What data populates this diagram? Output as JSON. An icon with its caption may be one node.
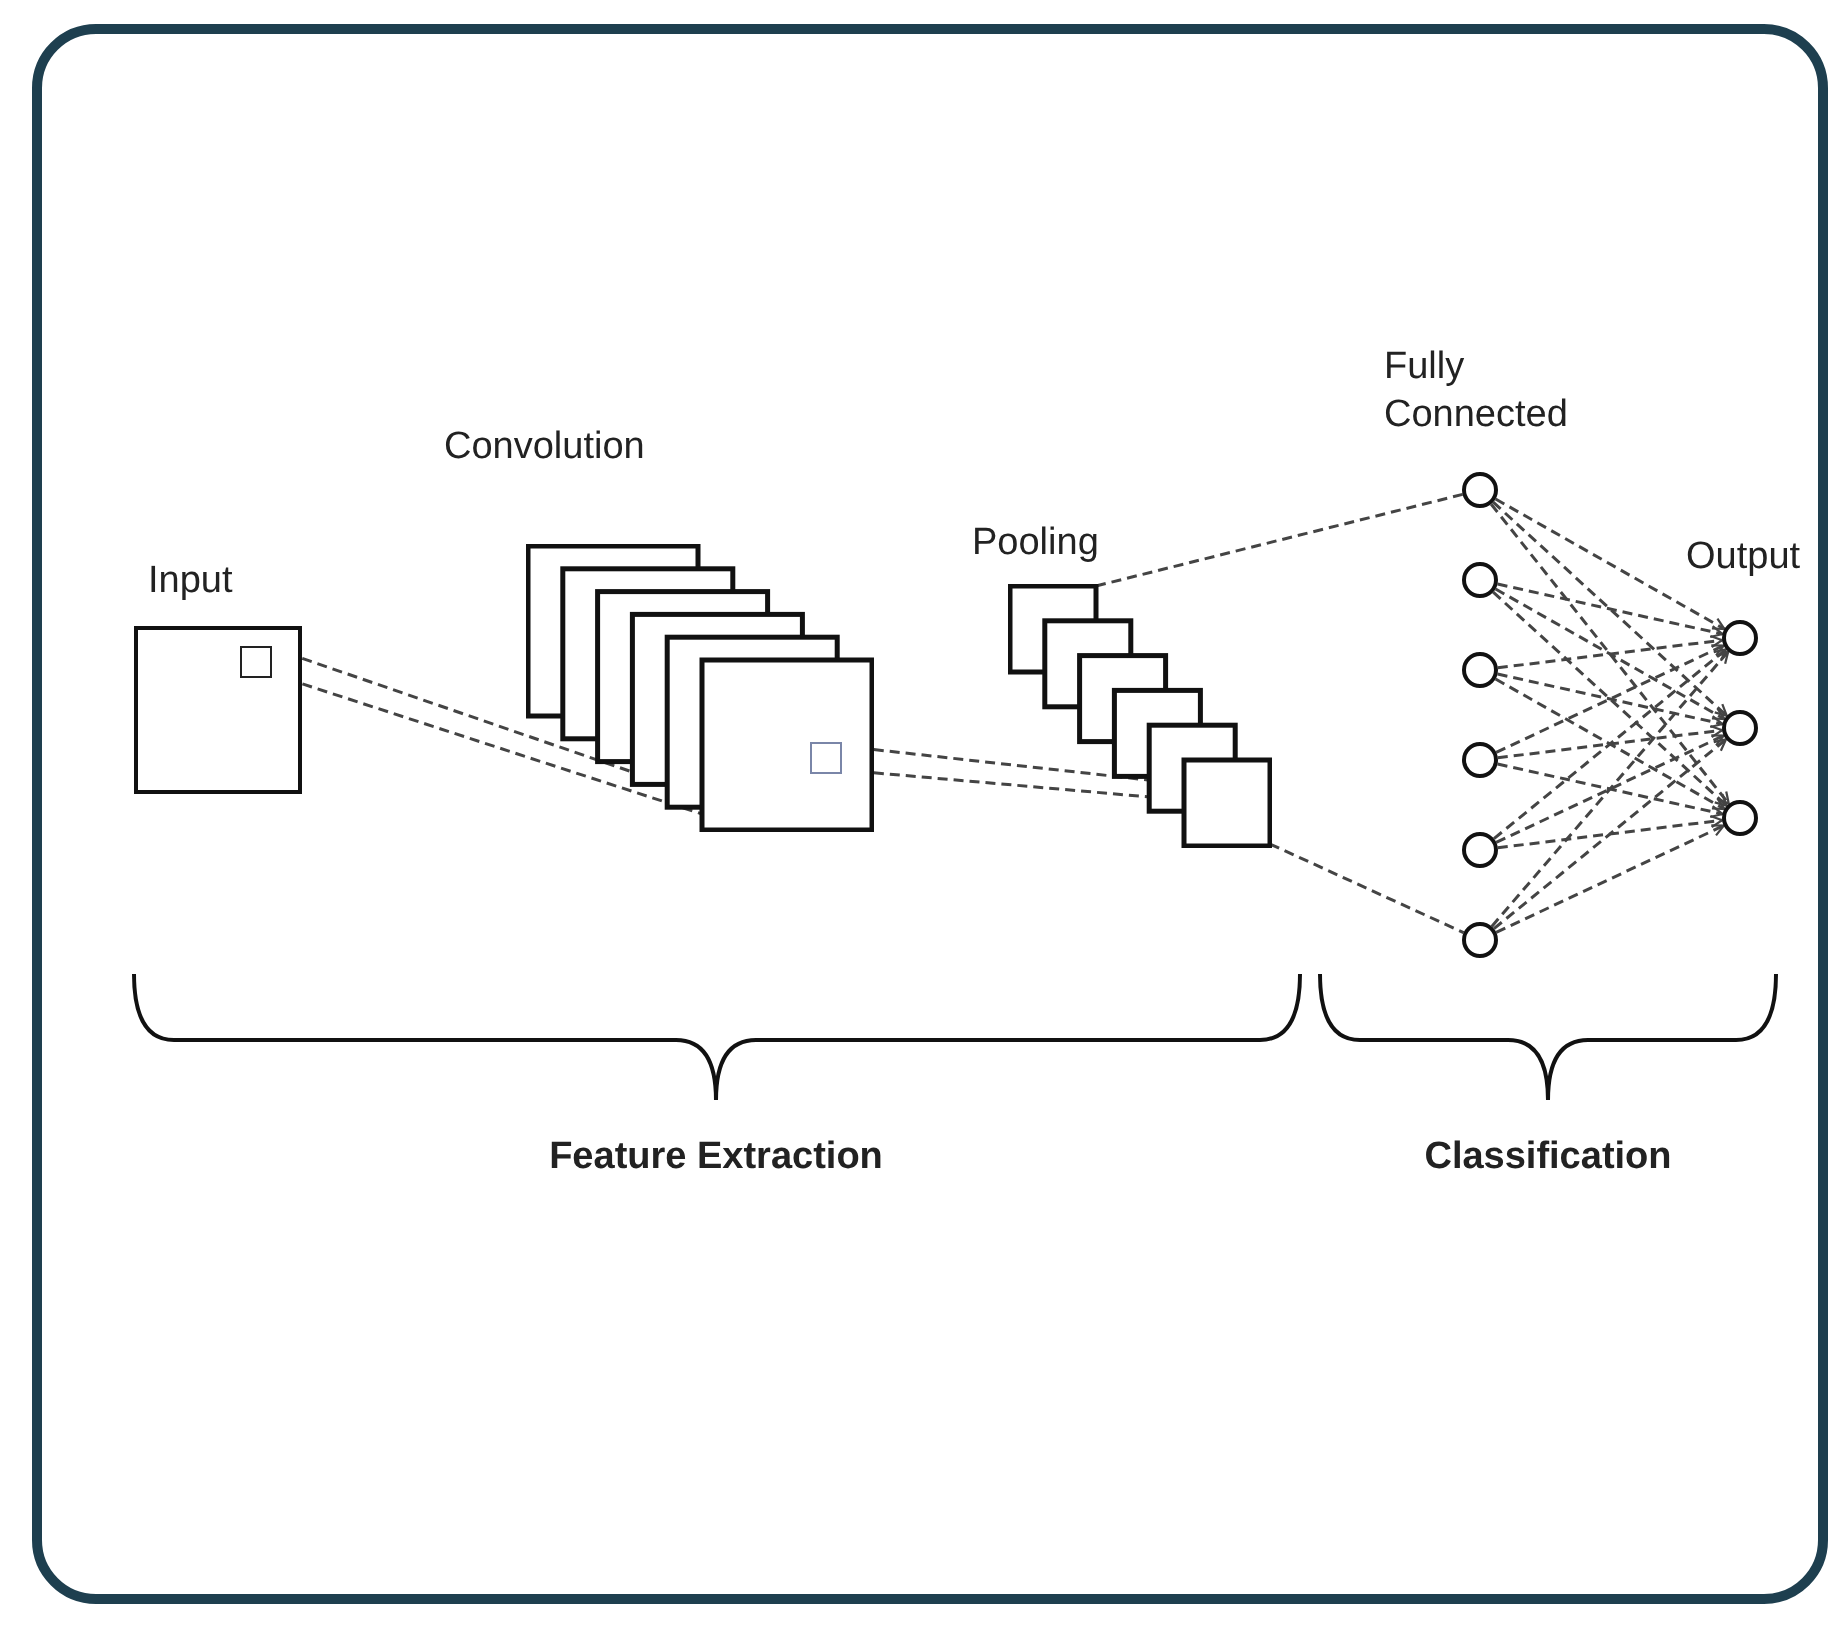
{
  "diagram": {
    "nodes": [
      {
        "text": [
          "Input"
        ]
      },
      {
        "text": [],
        "shape": "box",
        "in": 0
      },
      {
        "text": [
          "Convolution"
        ]
      },
      {
        "text": [],
        "shape": "box",
        "in": 2
      },
      {
        "text": [
          "Pooling"
        ]
      },
      {
        "text": [],
        "shape": "circle"
      },
      {
        "text": [],
        "shape": "circle"
      },
      {
        "text": [],
        "shape": "circle"
      },
      {
        "text": [],
        "shape": "circle"
      },
      {
        "text": [],
        "shape": "circle"
      },
      {
        "text": [],
        "shape": "circle"
      },
      {
        "text": [],
        "shape": "circle"
      },
      {
        "text": [],
        "shape": "circle"
      },
      {
        "text": [],
        "shape": "circle"
      }
    ],
    "edges": [
      {
        "from": 1,
        "to": 2,
        "arrow": "none",
        "style": "dashed"
      },
      {
        "from": 1,
        "to": 2,
        "arrow": "none",
        "style": "dashed"
      },
      {
        "from": 3,
        "to": 4,
        "arrow": "none",
        "style": "dashed"
      },
      {
        "from": 3,
        "to": 4,
        "arrow": "none",
        "style": "dashed"
      },
      {
        "from": 4,
        "to": 5,
        "arrow": "none",
        "style": "dashed"
      },
      {
        "from": 4,
        "to": 10,
        "arrow": "none",
        "style": "dashed"
      },
      {
        "from": 5,
        "to": 11,
        "arrow": "to",
        "style": "dashed"
      },
      {
        "from": 5,
        "to": 12,
        "arrow": "to",
        "style": "dashed"
      },
      {
        "from": 5,
        "to": 13,
        "arrow": "to",
        "style": "dashed"
      },
      {
        "from": 6,
        "to": 11,
        "arrow": "to",
        "style": "dashed"
      },
      {
        "from": 6,
        "to": 12,
        "arrow": "to",
        "style": "dashed"
      },
      {
        "from": 6,
        "to": 13,
        "arrow": "to",
        "style": "dashed"
      },
      {
        "from": 7,
        "to": 11,
        "arrow": "to",
        "style": "dashed"
      },
      {
        "from": 7,
        "to": 12,
        "arrow": "to",
        "style": "dashed"
      },
      {
        "from": 7,
        "to": 13,
        "arrow": "to",
        "style": "dashed"
      },
      {
        "from": 8,
        "to": 11,
        "arrow": "to",
        "style": "dashed"
      },
      {
        "from": 8,
        "to": 12,
        "arrow": "to",
        "style": "dashed"
      },
      {
        "from": 8,
        "to": 13,
        "arrow": "to",
        "style": "dashed"
      },
      {
        "from": 9,
        "to": 11,
        "arrow": "to",
        "style": "dashed"
      },
      {
        "from": 9,
        "to": 12,
        "arrow": "to",
        "style": "dashed"
      },
      {
        "from": 9,
        "to": 13,
        "arrow": "to",
        "style": "dashed"
      },
      {
        "from": 10,
        "to": 11,
        "arrow": "to",
        "style": "dashed"
      },
      {
        "from": 10,
        "to": 12,
        "arrow": "to",
        "style": "dashed"
      },
      {
        "from": 10,
        "to": 13,
        "arrow": "to",
        "style": "dashed"
      }
    ],
    "labels": [
      "Fully Connected",
      "Output",
      "Feature Extraction",
      "Classification"
    ]
  }
}
